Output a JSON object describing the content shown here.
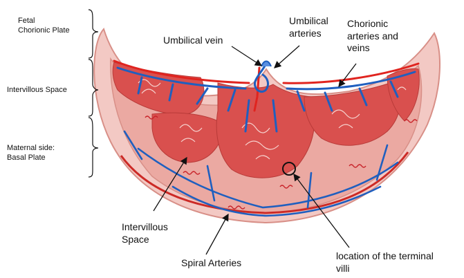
{
  "diagram": {
    "left_labels": {
      "fetal_plate": [
        "Fetal",
        "Chorionic Plate"
      ],
      "intervillous": "Intervillous Space",
      "maternal": [
        "Maternal side:",
        "Basal Plate"
      ]
    },
    "top_labels": {
      "umbilical_vein": "Umbilical vein",
      "umbilical_arteries": [
        "Umbilical",
        "arteries"
      ],
      "chorionic": [
        "Chorionic",
        "arteries and",
        "veins"
      ]
    },
    "bottom_labels": {
      "intervillous": [
        "Intervillous",
        "Space"
      ],
      "spiral_arteries": "Spiral Arteries",
      "terminal_villi": [
        "location of the terminal",
        "villi"
      ]
    },
    "colors": {
      "outer": "#f3c9c4",
      "inner": "#e9a39d",
      "villi": "#d9504e",
      "artery": "#e0241f",
      "vein": "#1f5fbf",
      "outline": "#d88f87"
    }
  }
}
